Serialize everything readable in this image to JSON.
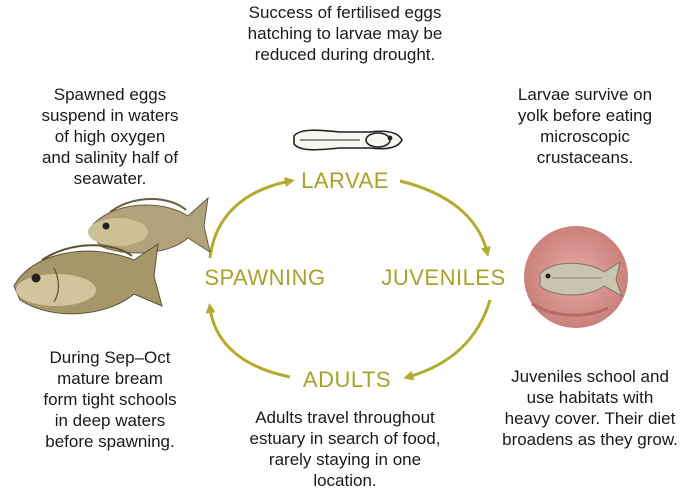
{
  "notes": {
    "top": "Success of fertilised eggs\nhatching to larvae may be\nreduced during drought.",
    "top_left": "Spawned eggs\nsuspend in waters\nof high oxygen\nand salinity half of\nseawater.",
    "top_right": "Larvae survive on\nyolk before eating\nmicroscopic\ncrustaceans.",
    "bottom_left": "During Sep–Oct\nmature bream\nform tight schools\nin deep waters\nbefore spawning.",
    "bottom_center": "Adults travel throughout\nestuary in search of food,\nrarely staying in one\nlocation.",
    "bottom_right": "Juveniles school and\nuse habitats with\nheavy cover. Their diet\nbroadens as they grow."
  },
  "stages": {
    "larvae": "LARVAE",
    "juveniles": "JUVENILES",
    "adults": "ADULTS",
    "spawning": "SPAWNING"
  },
  "colors": {
    "stage": "#a9a129",
    "arrow": "#b3aa2e"
  },
  "icons": [
    "larva-icon",
    "bream-fish-icon",
    "juvenile-fish-photo"
  ]
}
